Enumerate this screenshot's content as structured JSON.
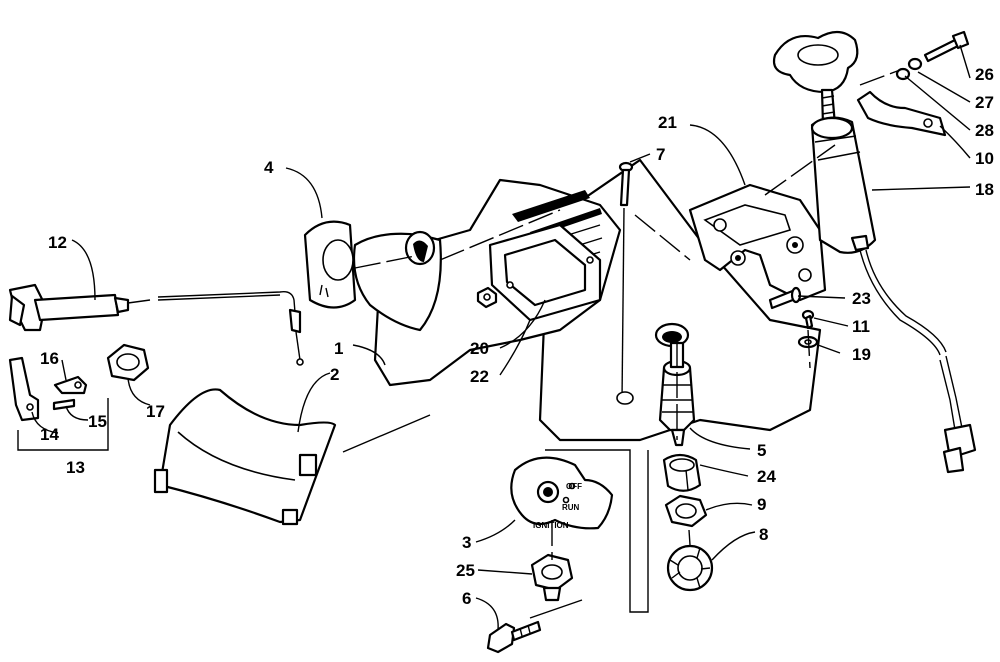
{
  "callouts": [
    {
      "id": "1",
      "label": "1"
    },
    {
      "id": "2",
      "label": "2"
    },
    {
      "id": "3",
      "label": "3"
    },
    {
      "id": "4",
      "label": "4"
    },
    {
      "id": "5",
      "label": "5"
    },
    {
      "id": "6",
      "label": "6"
    },
    {
      "id": "7",
      "label": "7"
    },
    {
      "id": "8",
      "label": "8"
    },
    {
      "id": "9",
      "label": "9"
    },
    {
      "id": "10",
      "label": "10"
    },
    {
      "id": "11",
      "label": "11"
    },
    {
      "id": "12",
      "label": "12"
    },
    {
      "id": "13",
      "label": "13"
    },
    {
      "id": "14",
      "label": "14"
    },
    {
      "id": "15",
      "label": "15"
    },
    {
      "id": "16",
      "label": "16"
    },
    {
      "id": "17",
      "label": "17"
    },
    {
      "id": "18",
      "label": "18"
    },
    {
      "id": "19",
      "label": "19"
    },
    {
      "id": "20",
      "label": "20"
    },
    {
      "id": "21",
      "label": "21"
    },
    {
      "id": "22",
      "label": "22"
    },
    {
      "id": "23",
      "label": "23"
    },
    {
      "id": "24",
      "label": "24"
    },
    {
      "id": "25",
      "label": "25"
    },
    {
      "id": "26",
      "label": "26"
    },
    {
      "id": "27",
      "label": "27"
    },
    {
      "id": "28",
      "label": "28"
    }
  ],
  "ignition_plate": {
    "off_label": "OFF",
    "run_label": "RUN",
    "ignition_label": "IGNITION"
  }
}
